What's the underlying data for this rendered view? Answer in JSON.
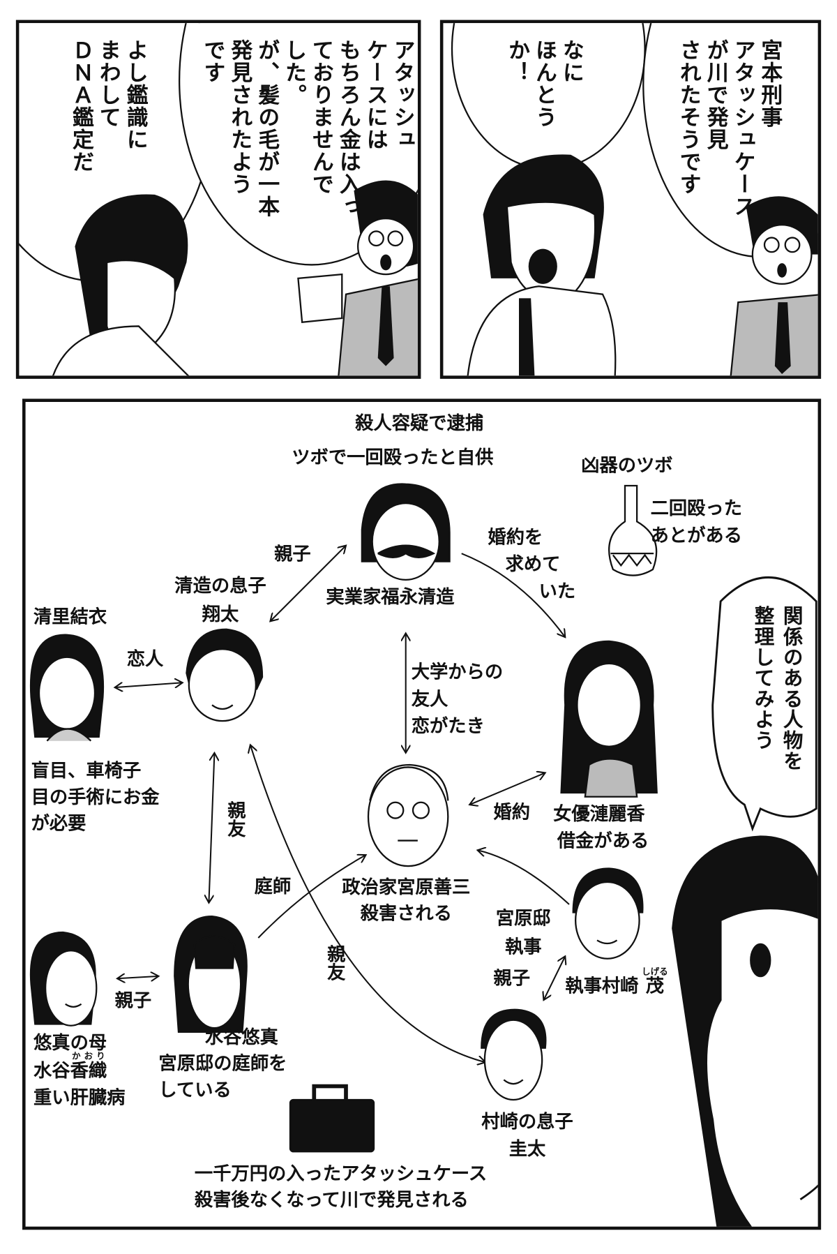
{
  "panel1": {
    "bubble_left": [
      "よし鑑識に",
      "まわして",
      "ＤＮＡ鑑定だ"
    ],
    "bubble_right": [
      "アタッシュ",
      "ケースには",
      "もちろん金は入っ",
      "ておりませんで",
      "した。",
      "が、髪の毛が一本",
      "発見されたよう",
      "です"
    ]
  },
  "panel2": {
    "bubble_left": [
      "なに",
      "ほんとう",
      "か！"
    ],
    "bubble_right": [
      "宮本刑事",
      "アタッシュケース",
      "が川で発見",
      "されたそうです"
    ]
  },
  "diagram": {
    "fukunaga_note": [
      "殺人容疑で逮捕",
      "ツボで一回殴ったと自供"
    ],
    "weapon_title": "凶器のツボ",
    "weapon_note": [
      "二回殴った",
      "あとがある"
    ],
    "fukunaga_name": "実業家福永清造",
    "shota_name": [
      "清造の息子",
      "翔太"
    ],
    "yui_name": "清里結衣",
    "yui_note": [
      "盲目、車椅子",
      "目の手術にお金",
      "が必要"
    ],
    "actress_name": [
      "女優漣麗香",
      "借金がある"
    ],
    "miyahara_name": [
      "政治家宮原善三",
      "殺害される"
    ],
    "murasaki_role": [
      "宮原邸",
      "執事"
    ],
    "murasaki_name": "執事村崎",
    "murasaki_given": "茂",
    "murasaki_ruby": "しげる",
    "keita_name": [
      "村崎の息子",
      "圭太"
    ],
    "yuma_name": [
      "水谷悠真",
      "宮原邸の庭師を",
      "している"
    ],
    "mother_name_1": "悠真の母",
    "mother_family": "水谷",
    "mother_given": "香織",
    "mother_ruby": "かおり",
    "mother_note": "重い肝臓病",
    "briefcase_note": [
      "一千万円の入ったアタッシュケース",
      "殺害後なくなって川で発見される"
    ],
    "rel_parent_child_1": "親子",
    "rel_engagement_sought": [
      "婚約を",
      "求めて",
      "いた"
    ],
    "rel_lovers": "恋人",
    "rel_university": [
      "大学からの",
      "友人",
      "恋がたき"
    ],
    "rel_best_friend_1": "親友",
    "rel_engaged": "婚約",
    "rel_gardener": "庭師",
    "rel_best_friend_2": "親友",
    "rel_parent_child_2": "親子",
    "rel_parent_child_3": "親子",
    "detective_bubble": [
      "関係のある人物を",
      "整理してみよう"
    ]
  }
}
